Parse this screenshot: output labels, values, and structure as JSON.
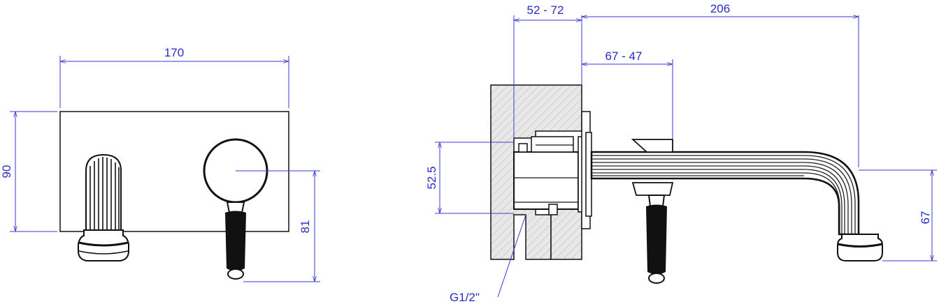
{
  "front_view": {
    "width_label": "170",
    "height_label": "90",
    "lever_height_label": "81"
  },
  "side_view": {
    "wall_range_label": "52 - 72",
    "spout_length_label": "206",
    "body_range_label": "67 - 47",
    "inlet_spacing_label": "52.5",
    "spout_height_label": "67",
    "thread_label": "G1/2\""
  }
}
